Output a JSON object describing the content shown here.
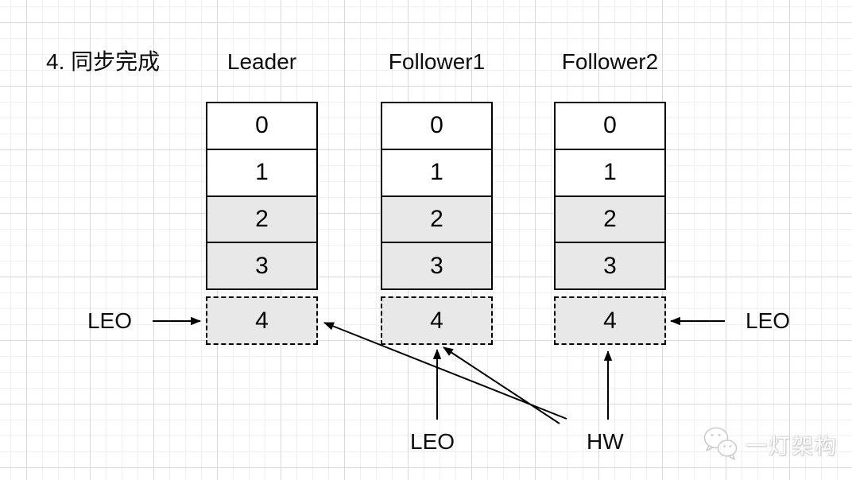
{
  "title": "4. 同步完成",
  "columns": [
    {
      "label": "Leader",
      "cells": [
        "0",
        "1",
        "2",
        "3"
      ],
      "dashed_cell": "4"
    },
    {
      "label": "Follower1",
      "cells": [
        "0",
        "1",
        "2",
        "3"
      ],
      "dashed_cell": "4"
    },
    {
      "label": "Follower2",
      "cells": [
        "0",
        "1",
        "2",
        "3"
      ],
      "dashed_cell": "4"
    }
  ],
  "filled_cell_indexes": [
    2,
    3
  ],
  "labels": {
    "leo_left": "LEO",
    "leo_right": "LEO",
    "leo_bottom": "LEO",
    "hw": "HW"
  },
  "arrows": [
    {
      "from": "leo-left-label",
      "to": "leader-offset-4"
    },
    {
      "from": "leo-right-label",
      "to": "follower2-offset-4"
    },
    {
      "from": "leo-bottom-label",
      "to": "follower1-offset-4"
    },
    {
      "from": "hw-label",
      "to": "leader-offset-4"
    },
    {
      "from": "hw-label",
      "to": "follower1-offset-4"
    },
    {
      "from": "hw-label",
      "to": "follower2-offset-4"
    }
  ],
  "watermark": {
    "text": "一灯架构",
    "icon": "wechat-chat-bubbles-icon"
  },
  "colors": {
    "cell_filled": "#e8e8e8",
    "cell_empty": "#ffffff",
    "stroke": "#000000",
    "grid_minor": "#f0f0f0",
    "grid_major": "#d9d9d9",
    "watermark_text": "#ffffff"
  }
}
